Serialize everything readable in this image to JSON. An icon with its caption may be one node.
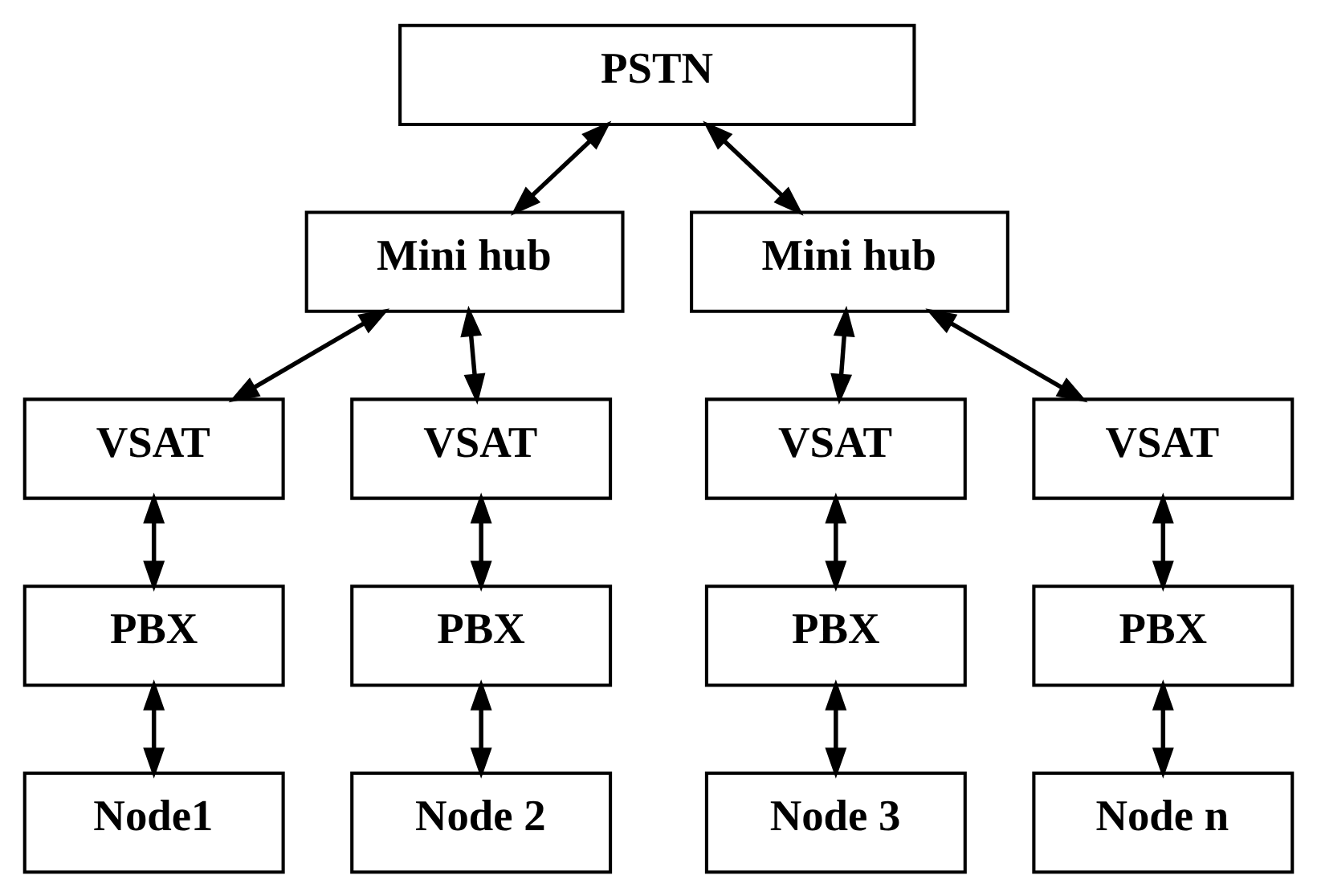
{
  "diagram": {
    "nodes": [
      {
        "text": [
          "PSTN"
        ]
      },
      {
        "text": [
          "Mini hub"
        ]
      },
      {
        "text": [
          "Mini hub"
        ]
      },
      {
        "text": [
          "VSAT"
        ]
      },
      {
        "text": [
          "VSAT"
        ]
      },
      {
        "text": [
          "VSAT"
        ]
      },
      {
        "text": [
          "VSAT"
        ]
      },
      {
        "text": [
          "PBX"
        ]
      },
      {
        "text": [
          "PBX"
        ]
      },
      {
        "text": [
          "PBX"
        ]
      },
      {
        "text": [
          "PBX"
        ]
      },
      {
        "text": [
          "Node1"
        ]
      },
      {
        "text": [
          "Node 2"
        ]
      },
      {
        "text": [
          "Node 3"
        ]
      },
      {
        "text": [
          "Node n"
        ]
      }
    ],
    "edges": [
      {
        "from": 0,
        "to": 1,
        "arrow": "both"
      },
      {
        "from": 0,
        "to": 2,
        "arrow": "both"
      },
      {
        "from": 1,
        "to": 3,
        "arrow": "both"
      },
      {
        "from": 1,
        "to": 4,
        "arrow": "both"
      },
      {
        "from": 2,
        "to": 5,
        "arrow": "both"
      },
      {
        "from": 2,
        "to": 6,
        "arrow": "both"
      },
      {
        "from": 3,
        "to": 7,
        "arrow": "both"
      },
      {
        "from": 4,
        "to": 8,
        "arrow": "both"
      },
      {
        "from": 5,
        "to": 9,
        "arrow": "both"
      },
      {
        "from": 6,
        "to": 10,
        "arrow": "both"
      },
      {
        "from": 7,
        "to": 11,
        "arrow": "both"
      },
      {
        "from": 8,
        "to": 12,
        "arrow": "both"
      },
      {
        "from": 9,
        "to": 13,
        "arrow": "both"
      },
      {
        "from": 10,
        "to": 14,
        "arrow": "both"
      }
    ]
  }
}
